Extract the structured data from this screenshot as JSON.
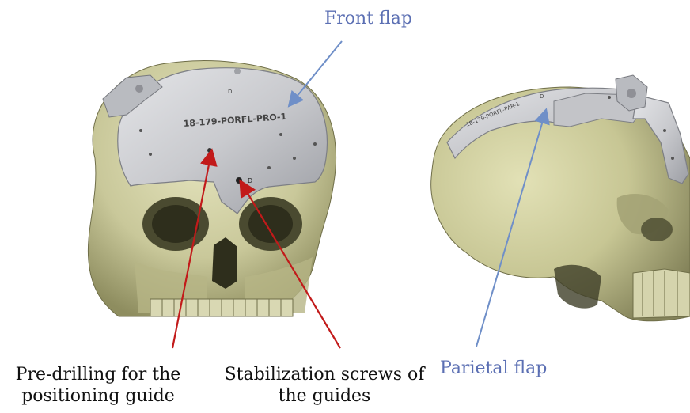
{
  "colors": {
    "bone": "#c9c89a",
    "bone_shadow": "#7d7c52",
    "guide": "#cfd0d4",
    "guide_shadow": "#8f9096",
    "red_arrow": "#c21a1a",
    "blue_arrow": "#6f8fc8",
    "blue_text": "#5b6fb3"
  },
  "labels": {
    "front_flap": "Front flap",
    "parietal_flap": "Parietal flap",
    "predrilling_line1": "Pre-drilling for the",
    "predrilling_line2": "positioning guide",
    "stabilization_line1": "Stabilization screws of",
    "stabilization_line2": "the guides"
  },
  "guide_engravings": {
    "front_guide_code": "18-179-PORFL-PRO-1",
    "parietal_guide_code": "18-179-PORFL-PAR-1",
    "side_marker": "D"
  },
  "icons": {
    "front_skull": "skull-front-view",
    "side_skull": "skull-side-view"
  }
}
